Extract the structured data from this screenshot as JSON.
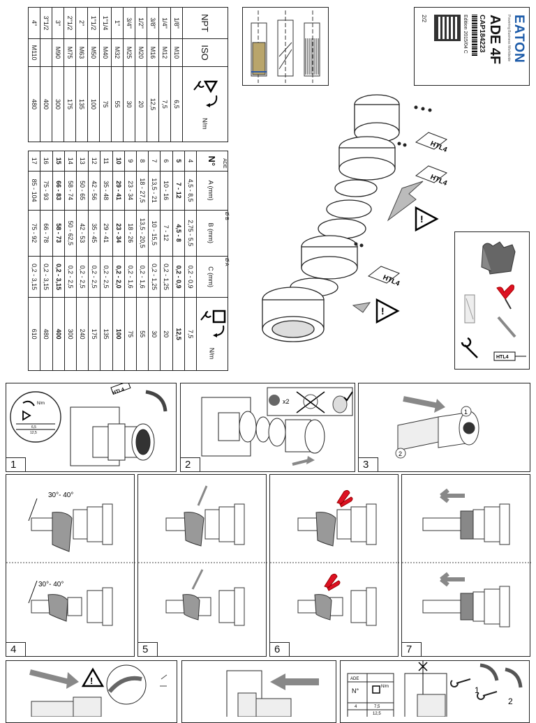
{
  "npt_table": {
    "headers": [
      "NPT",
      "ISO",
      "N/m"
    ],
    "rows": [
      [
        "1/8\"",
        "M10",
        "6,5"
      ],
      [
        "1/4\"",
        "M12",
        "7,5"
      ],
      [
        "3/8\"",
        "M16",
        "12,5"
      ],
      [
        "1/2\"",
        "M20",
        "20"
      ],
      [
        "3/4\"",
        "M25",
        "30"
      ],
      [
        "1\"",
        "M32",
        "55"
      ],
      [
        "1\"1/4",
        "M40",
        "75"
      ],
      [
        "1\"1/2",
        "M50",
        "100"
      ],
      [
        "2\"",
        "M63",
        "135"
      ],
      [
        "2\"1/2",
        "M75",
        "175"
      ],
      [
        "3\"",
        "M90",
        "300"
      ],
      [
        "3\"1/2",
        "",
        "400"
      ],
      [
        "4\"",
        "M110",
        "480"
      ]
    ]
  },
  "ade_table": {
    "title": "ADE",
    "headers": [
      "N°",
      "A (mm)",
      "B (mm)",
      "C (mm)",
      "N/m"
    ],
    "label_a": "Ø A",
    "label_b": "Ø B",
    "label_c": "C",
    "rows": [
      {
        "n": "4",
        "a": "4,5 - 8,5",
        "b": "2,75 - 5,5",
        "c": "0,2 - 0,9",
        "nm": "7,5",
        "bold": false
      },
      {
        "n": "5",
        "a": "7 - 12",
        "b": "4,5 - 8",
        "c": "0,2 - 0,9",
        "nm": "12,5",
        "bold": true
      },
      {
        "n": "6",
        "a": "10 - 16",
        "b": "7 - 12",
        "c": "0,2 - 1,25",
        "nm": "20",
        "bold": false
      },
      {
        "n": "7",
        "a": "13,5 - 21",
        "b": "10 - 15,5",
        "c": "0,2 - 1,25",
        "nm": "30",
        "bold": false
      },
      {
        "n": "8",
        "a": "18 - 27,5",
        "b": "13,5 - 20,5",
        "c": "0,2 - 1,6",
        "nm": "55",
        "bold": false
      },
      {
        "n": "9",
        "a": "23 - 34",
        "b": "18 - 26",
        "c": "0,2 - 1,6",
        "nm": "75",
        "bold": false
      },
      {
        "n": "10",
        "a": "29 - 41",
        "b": "23 - 34",
        "c": "0,2 - 2,0",
        "nm": "100",
        "bold": true
      },
      {
        "n": "11",
        "a": "35 - 48",
        "b": "29 - 41",
        "c": "0,2 - 2,5",
        "nm": "135",
        "bold": false
      },
      {
        "n": "12",
        "a": "42 - 56",
        "b": "35 - 45",
        "c": "0,2 - 2,5",
        "nm": "175",
        "bold": false
      },
      {
        "n": "13",
        "a": "50 - 65",
        "b": "42 - 53",
        "c": "0,2 - 2,5",
        "nm": "240",
        "bold": false
      },
      {
        "n": "14",
        "a": "58 - 74",
        "b": "50 - 62,5",
        "c": "0,2 - 2,5",
        "nm": "300",
        "bold": false
      },
      {
        "n": "15",
        "a": "66 - 83",
        "b": "58 - 73",
        "c": "0,2 - 3,15",
        "nm": "400",
        "bold": true
      },
      {
        "n": "16",
        "a": "75 - 93",
        "b": "66 - 78",
        "c": "0,2 - 3,15",
        "nm": "480",
        "bold": false
      },
      {
        "n": "17",
        "a": "85 - 104",
        "b": "75 - 92",
        "c": "0,2 - 3,15",
        "nm": "610",
        "bold": false
      }
    ]
  },
  "title_card": {
    "brand": "EATON",
    "tagline": "Powering Business Worldwide",
    "product": "ADE 4F",
    "code": "CAP184223",
    "edition": "Edition 2015/04 C",
    "page": "2/2"
  },
  "exploded_view": {
    "tag1": "HTL4",
    "tag2": "HTL4",
    "tag3": "HTL4"
  },
  "tools_box": {
    "tag": "HTL4"
  },
  "steps": {
    "s1": {
      "number": "1",
      "tag": "HTL4",
      "nm": "N/m",
      "v1": "6,5",
      "v2": "12,5"
    },
    "s2": {
      "number": "2",
      "x2": "x2"
    },
    "s3": {
      "number": "3",
      "c1": "1",
      "c2": "2"
    },
    "s4": {
      "number": "4",
      "angle_top": "30°- 40°",
      "angle_bottom": "30°- 40°"
    },
    "s5": {
      "number": "5"
    },
    "s6": {
      "number": "6"
    },
    "s7": {
      "number": "7"
    },
    "s8": {},
    "s9": {},
    "s10": {
      "ade": "ADE",
      "n": "N°",
      "nm": "N/m",
      "v4": "4",
      "v7": "7,5",
      "v12": "12,5",
      "c1": "1",
      "c2": "2"
    }
  }
}
